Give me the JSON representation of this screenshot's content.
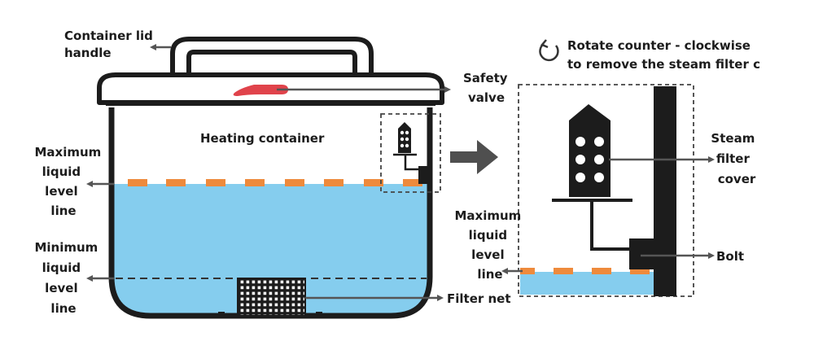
{
  "labels": {
    "lid_handle": [
      "Container lid",
      "handle"
    ],
    "heating_container": "Heating container",
    "safety_valve": [
      "Safety",
      "valve"
    ],
    "max_level_left": [
      "Maximum",
      "liquid",
      "level",
      "line"
    ],
    "min_level_left": [
      "Minimum",
      "liquid",
      "level",
      "line"
    ],
    "filter_net": "Filter net",
    "rotate_note": [
      "Rotate counter - clockwise",
      "to remove the steam filter c"
    ],
    "steam_filter_cover": [
      "Steam",
      "filter",
      "cover"
    ],
    "max_level_right": [
      "Maximum",
      "liquid",
      "level",
      "line"
    ],
    "bolt": "Bolt"
  },
  "colors": {
    "water": "#85cdee",
    "level_mark": "#ee8a3c",
    "valve": "#e0434b",
    "outline": "#1c1c1c",
    "arrow": "#555555",
    "right_panel_water": "#85cdee"
  },
  "icons": {
    "rotate": "counter-clockwise-arrow-icon",
    "zoom": "right-arrow-icon"
  }
}
